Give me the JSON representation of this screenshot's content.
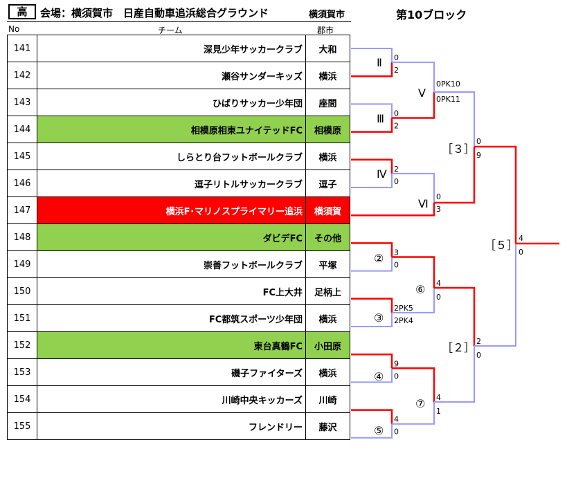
{
  "header": {
    "division": "高",
    "venue": "会場：横須賀市　日産自動車追浜総合グラウンド",
    "venue_city": "横須賀市",
    "block": "第10ブロック"
  },
  "columns": {
    "no": "No",
    "team": "チーム",
    "city": "郡市"
  },
  "teams": [
    {
      "no": "141",
      "name": "深見少年サッカークラブ",
      "city": "大和",
      "highlight": ""
    },
    {
      "no": "142",
      "name": "瀬谷サンダーキッズ",
      "city": "横浜",
      "highlight": ""
    },
    {
      "no": "143",
      "name": "ひばりサッカー少年団",
      "city": "座間",
      "highlight": ""
    },
    {
      "no": "144",
      "name": "相模原相東ユナイテッドFC",
      "city": "相模原",
      "highlight": "green"
    },
    {
      "no": "145",
      "name": "しらとり台フットボールクラブ",
      "city": "横浜",
      "highlight": ""
    },
    {
      "no": "146",
      "name": "逗子リトルサッカークラブ",
      "city": "逗子",
      "highlight": ""
    },
    {
      "no": "147",
      "name": "横浜F･マリノスプライマリー追浜",
      "city": "横須賀",
      "highlight": "red"
    },
    {
      "no": "148",
      "name": "ダビデFC",
      "city": "その他",
      "highlight": "green"
    },
    {
      "no": "149",
      "name": "崇善フットボールクラブ",
      "city": "平塚",
      "highlight": ""
    },
    {
      "no": "150",
      "name": "FC上大井",
      "city": "足柄上",
      "highlight": ""
    },
    {
      "no": "151",
      "name": "FC都筑スポーツ少年団",
      "city": "横浜",
      "highlight": ""
    },
    {
      "no": "152",
      "name": "東台真鶴FC",
      "city": "小田原",
      "highlight": "green"
    },
    {
      "no": "153",
      "name": "磯子ファイターズ",
      "city": "横浜",
      "highlight": ""
    },
    {
      "no": "154",
      "name": "川崎中央キッカーズ",
      "city": "川崎",
      "highlight": ""
    },
    {
      "no": "155",
      "name": "フレンドリー",
      "city": "藤沢",
      "highlight": ""
    }
  ],
  "bracket": {
    "colors": {
      "winner": "#ff0000",
      "loser": "#9999ff"
    },
    "matches": [
      {
        "id": "II",
        "label": "Ⅱ",
        "score_top": "0",
        "score_bottom": "2"
      },
      {
        "id": "III",
        "label": "Ⅲ",
        "score_top": "0",
        "score_bottom": "2"
      },
      {
        "id": "IV",
        "label": "Ⅳ",
        "score_top": "2",
        "score_bottom": "0"
      },
      {
        "id": "V",
        "label": "Ⅴ",
        "score_top": "0PK10",
        "score_bottom": "0PK11"
      },
      {
        "id": "VI",
        "label": "Ⅵ",
        "score_top": "0",
        "score_bottom": "3"
      },
      {
        "id": "m3",
        "label": "［３］",
        "score_top": "0",
        "score_bottom": "9"
      },
      {
        "id": "m2c",
        "label": "②",
        "score_top": "3",
        "score_bottom": "0"
      },
      {
        "id": "m3c",
        "label": "③",
        "score_top": "2PK5",
        "score_bottom": "2PK4"
      },
      {
        "id": "m4c",
        "label": "④",
        "score_top": "9",
        "score_bottom": "0"
      },
      {
        "id": "m5c",
        "label": "⑤",
        "score_top": "4",
        "score_bottom": "0"
      },
      {
        "id": "m6c",
        "label": "⑥",
        "score_top": "4",
        "score_bottom": "0"
      },
      {
        "id": "m7c",
        "label": "⑦",
        "score_top": "4",
        "score_bottom": "1"
      },
      {
        "id": "m2",
        "label": "［２］",
        "score_top": "2",
        "score_bottom": "0"
      },
      {
        "id": "m5",
        "label": "［５］",
        "score_top": "4",
        "score_bottom": "0"
      }
    ]
  }
}
